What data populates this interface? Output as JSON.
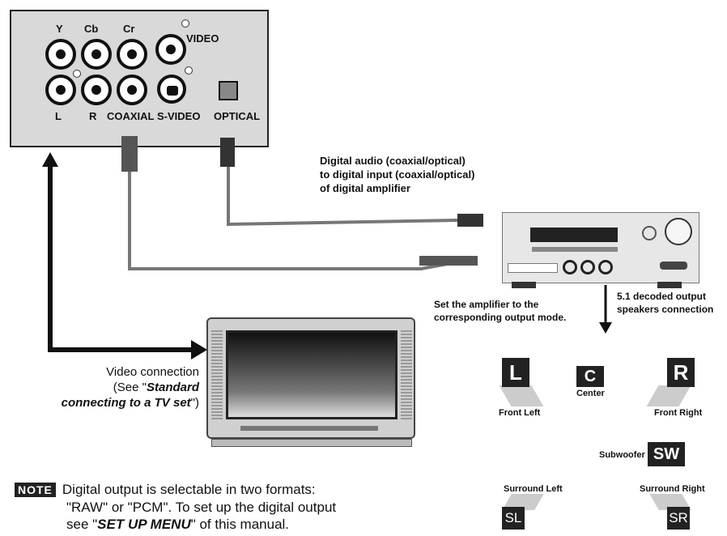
{
  "panel": {
    "labels": {
      "y": "Y",
      "cb": "Cb",
      "cr": "Cr",
      "video": "VIDEO",
      "l": "L",
      "r": "R",
      "coaxial": "COAXIAL",
      "svideo": "S-VIDEO",
      "optical": "OPTICAL"
    }
  },
  "digital_audio_caption": [
    "Digital audio (coaxial/optical)",
    "to digital input (coaxial/optical)",
    "of digital amplifier"
  ],
  "amp_caption": [
    "Set the amplifier to the",
    "corresponding output mode."
  ],
  "speaker_caption": [
    "5.1 decoded output",
    "speakers connection"
  ],
  "video_caption": {
    "line1": "Video connection",
    "line2_pre": "(See \"",
    "line2_em": "Standard",
    "line3_em": "connecting to a TV set",
    "line3_post": "\")"
  },
  "speakers": {
    "l": {
      "letter": "L",
      "label": "Front Left"
    },
    "c": {
      "letter": "C",
      "label": "Center"
    },
    "r": {
      "letter": "R",
      "label": "Front Right"
    },
    "sw": {
      "letter": "SW",
      "label": "Subwoofer"
    },
    "sl": {
      "letter": "SL",
      "label": "Surround Left"
    },
    "sr": {
      "letter": "SR",
      "label": "Surround Right"
    }
  },
  "note": {
    "badge": "NOTE",
    "line1": "Digital output is selectable in two formats:",
    "line2": "\"RAW\" or \"PCM\". To set up the digital output",
    "line3_pre": "see \"",
    "line3_em": "SET UP MENU",
    "line3_post": "\" of this manual."
  }
}
